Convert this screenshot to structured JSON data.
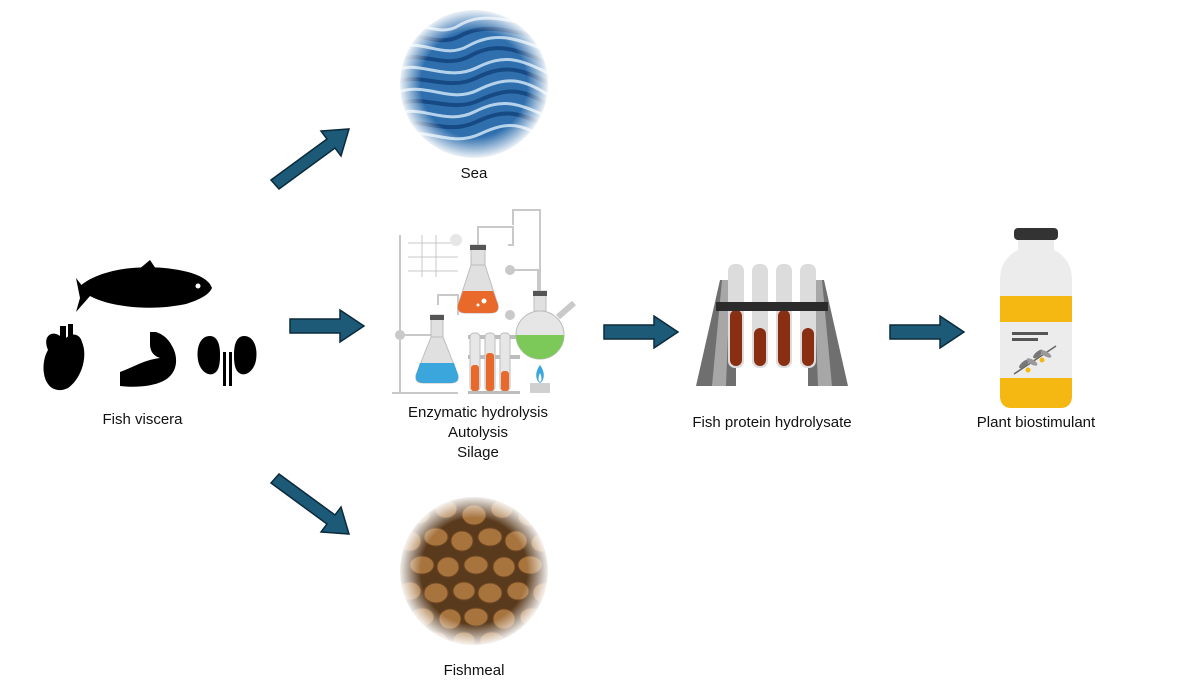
{
  "nodes": {
    "fish_viscera": {
      "label": "Fish viscera",
      "icons": [
        "fish-icon",
        "heart-icon",
        "stomach-icon",
        "kidneys-icon"
      ]
    },
    "sea": {
      "label": "Sea",
      "image": "sea-waves-photo"
    },
    "fishmeal": {
      "label": "Fishmeal",
      "image": "fishmeal-pellets-photo"
    },
    "processes": {
      "lines": [
        "Enzymatic hydrolysis",
        "Autolysis",
        "Silage"
      ],
      "image": "lab-glassware-illustration"
    },
    "fish_protein_hydrolysate": {
      "label": "Fish protein hydrolysate",
      "image": "test-tubes-illustration"
    },
    "plant_biostimulant": {
      "label": "Plant biostimulant",
      "image": "bottle-illustration"
    }
  },
  "arrows": [
    {
      "from": "fish_viscera",
      "to": "sea"
    },
    {
      "from": "fish_viscera",
      "to": "processes"
    },
    {
      "from": "fish_viscera",
      "to": "fishmeal"
    },
    {
      "from": "processes",
      "to": "fish_protein_hydrolysate"
    },
    {
      "from": "fish_protein_hydrolysate",
      "to": "plant_biostimulant"
    }
  ],
  "colors": {
    "arrow_fill": "#1d5a78",
    "arrow_stroke": "#0b2a3a",
    "orange": "#e8692a",
    "blue": "#3aa6dc",
    "green": "#7cc95a",
    "brown": "#8a2e12",
    "yellow": "#f5b812",
    "sea": "#2f6fae",
    "pellet": "#a7743e"
  }
}
